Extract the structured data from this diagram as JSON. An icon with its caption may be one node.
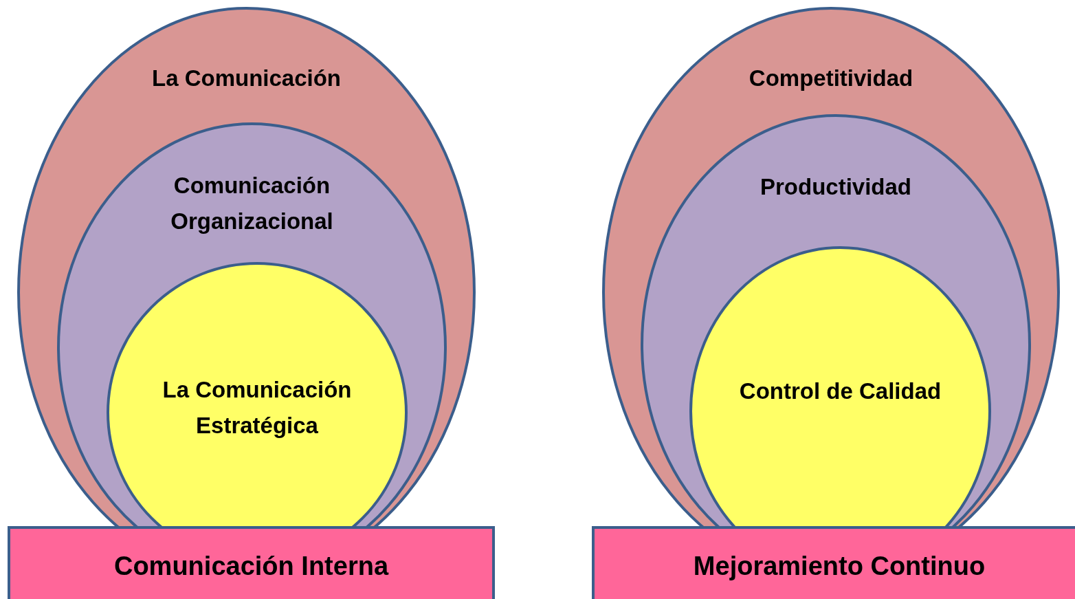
{
  "diagram": {
    "nodes": [
      {
        "text": [
          "La Comunicación"
        ]
      },
      {
        "text": [
          "Comunicación Organizacional"
        ],
        "in": 0
      },
      {
        "text": [
          "La Comunicación Estratégica"
        ],
        "in": 1
      },
      {
        "text": [
          "Comunicación Interna"
        ]
      },
      {
        "text": [
          "Competitividad"
        ]
      },
      {
        "text": [
          "Productividad"
        ],
        "in": 4
      },
      {
        "text": [
          "Control de Calidad"
        ],
        "in": 5
      },
      {
        "text": [
          "Mejoramiento Continuo"
        ]
      }
    ]
  }
}
